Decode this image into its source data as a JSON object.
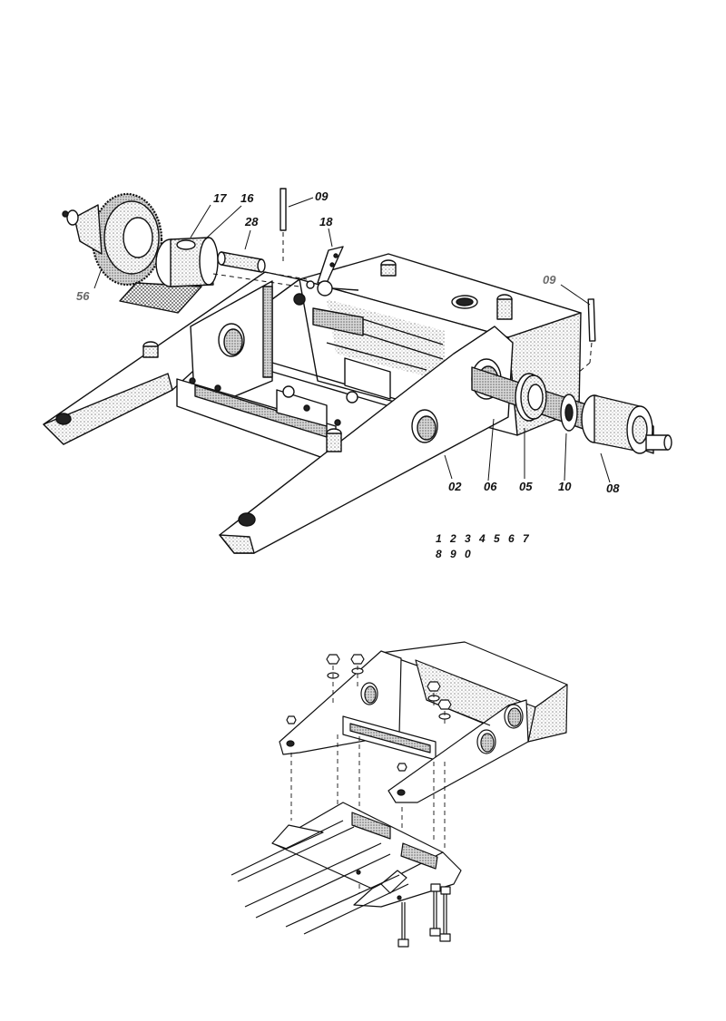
{
  "colors": {
    "ink": "#111111",
    "grey_label": "#6a6a6a",
    "stipple": "#9a9a9a"
  },
  "upper_assembly": {
    "callouts": [
      {
        "id": "56",
        "label": "56",
        "shade": "grey"
      },
      {
        "id": "17",
        "label": "17",
        "shade": "ink"
      },
      {
        "id": "16",
        "label": "16",
        "shade": "ink"
      },
      {
        "id": "28",
        "label": "28",
        "shade": "ink"
      },
      {
        "id": "09a",
        "label": "09",
        "shade": "ink"
      },
      {
        "id": "18",
        "label": "18",
        "shade": "ink"
      },
      {
        "id": "09b",
        "label": "09",
        "shade": "grey"
      },
      {
        "id": "02",
        "label": "02",
        "shade": "ink"
      },
      {
        "id": "06",
        "label": "06",
        "shade": "ink"
      },
      {
        "id": "05",
        "label": "05",
        "shade": "ink"
      },
      {
        "id": "10",
        "label": "10",
        "shade": "ink"
      },
      {
        "id": "08",
        "label": "08",
        "shade": "ink"
      }
    ],
    "digit_key": {
      "row1": "1 2 3 4 5 6 7",
      "row2": "8 9 0"
    }
  },
  "lower_assembly": {
    "callouts": []
  }
}
